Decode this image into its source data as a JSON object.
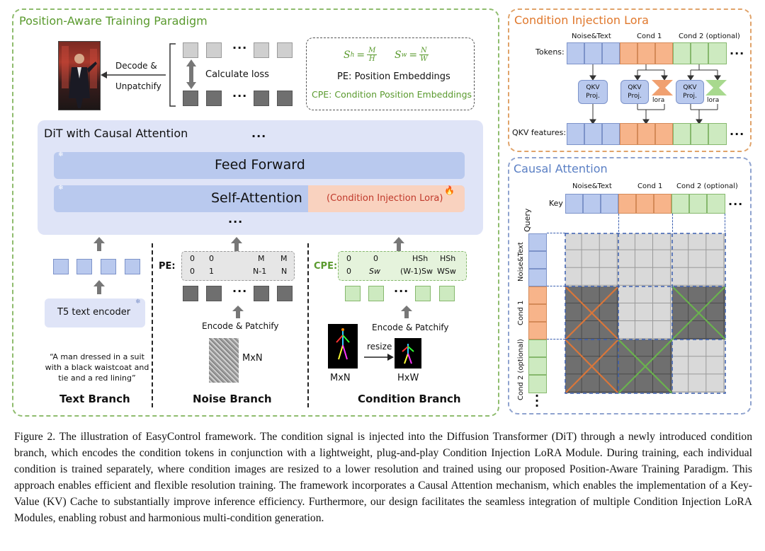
{
  "colors": {
    "panel_green_border": "#8fbc6e",
    "panel_orange_border": "#e0a36a",
    "panel_blue_border": "#8fa3cf",
    "dit_bg": "#dfe4f7",
    "lora_bg": "#f9d2bf",
    "noise_text_blue": "#b9c9ee",
    "cond1_orange": "#f7b48a",
    "cond2_green": "#cdeac0",
    "attn_dark": "#6f6f6f",
    "attn_light": "#d9d9d9",
    "title_green": "#5a9a2e",
    "title_orange": "#e0782c",
    "title_blue": "#5a7fc4"
  },
  "left_panel": {
    "title": "Position-Aware Training Paradigm",
    "decode_label_1": "Decode &",
    "decode_label_2": "Unpatchify",
    "calc_loss": "Calculate loss",
    "dots": "···",
    "formula_sh": "S",
    "formula_sh_sub": "h",
    "formula_sh_num": "M",
    "formula_sh_den": "H",
    "formula_sw": "S",
    "formula_sw_sub": "w",
    "formula_sw_num": "N",
    "formula_sw_den": "W",
    "pe_def": "PE: Position Embeddings",
    "cpe_def": "CPE: Condition Position Embeddings",
    "dit_title": "DiT with Causal Attention",
    "feed_forward": "Feed Forward",
    "self_attention": "Self-Attention",
    "lora_label": "(Condition Injection Lora)",
    "t5": "T5 text encoder",
    "prompt": "“A man dressed in a suit with a black waistcoat and tie and a red lining”",
    "pe_label": "PE:",
    "pe_row1": [
      "0",
      "0",
      "M",
      "M"
    ],
    "pe_row2": [
      "0",
      "1",
      "N-1",
      "N"
    ],
    "cpe_label": "CPE:",
    "cpe_row1": [
      "0",
      "0",
      "HSh",
      "HSh"
    ],
    "cpe_row2": [
      "0",
      "Sw",
      "(W-1)Sw",
      "WSw"
    ],
    "encode_patchify": "Encode & Patchify",
    "mxn": "MxN",
    "resize": "resize",
    "hxw": "HxW",
    "branch_text": "Text Branch",
    "branch_noise": "Noise Branch",
    "branch_condition": "Condition Branch"
  },
  "lora_panel": {
    "title": "Condition Injection Lora",
    "col_noise_text": "Noise&Text",
    "col_cond1": "Cond 1",
    "col_cond2": "Cond 2 (optional)",
    "tokens": "Tokens:",
    "qkv_proj": "QKV Proj.",
    "lora": "lora",
    "qkv_features": "QKV features:"
  },
  "attn_panel": {
    "title": "Causal Attention",
    "col_noise_text": "Noise&Text",
    "col_cond1": "Cond 1",
    "col_cond2": "Cond 2 (optional)",
    "key": "Key",
    "query": "Query",
    "row_noise_text": "Noise&Text",
    "row_cond1": "Cond 1",
    "row_cond2": "Cond 2 (optional)"
  },
  "caption": "Figure 2. The illustration of EasyControl framework. The condition signal is injected into the Diffusion Transformer (DiT) through a newly introduced condition branch, which encodes the condition tokens in conjunction with a lightweight, plug-and-play Condition Injection LoRA Module. During training, each individual condition is trained separately, where condition images are resized to a lower resolution and trained using our proposed Position-Aware Training Paradigm. This approach enables efficient and flexible resolution training. The framework incorporates a Causal Attention mechanism, which enables the implementation of a Key-Value (KV) Cache to substantially improve inference efficiency. Furthermore, our design facilitates the seamless integration of multiple Condition Injection LoRA Modules, enabling robust and harmonious multi-condition generation."
}
